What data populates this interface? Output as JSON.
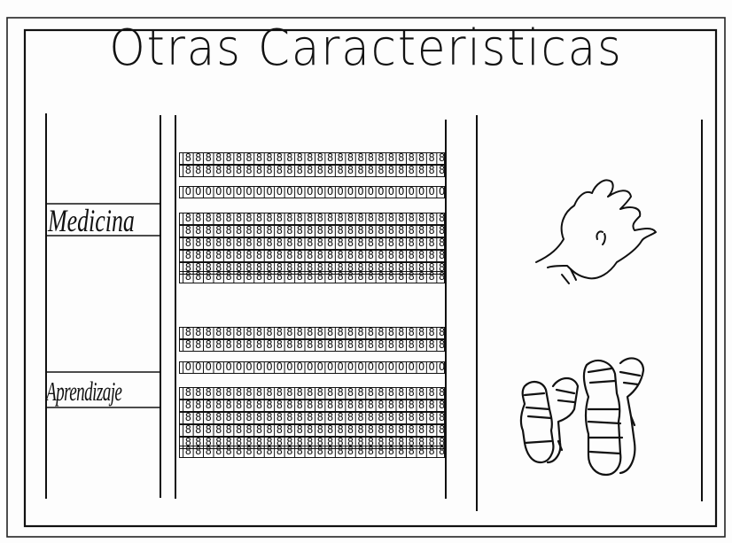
{
  "title": "Otras Caracteristicas",
  "labels": {
    "medicina": "Medicina",
    "aprendizaje": "Aprendizaje"
  },
  "binary_pattern_a": "|8|8|8|8|8|8|8|8|8|8|8|8|8|8|8|8|8|8|8|8|8|8|8|8|8|8|8|8|8|8|8|8|8|8|8|8|8|8|8|8|",
  "binary_pattern_b": "|O|O|O|O|O|O|O|O|O|O|O|O|O|O|O|O|O|O|O|O|O|O|O|O|O|O|O|O|O|O|O|O|O|O|O|O|O|O|O|O|",
  "icons": [
    "hand-icon",
    "chromosome-pair-icon"
  ]
}
